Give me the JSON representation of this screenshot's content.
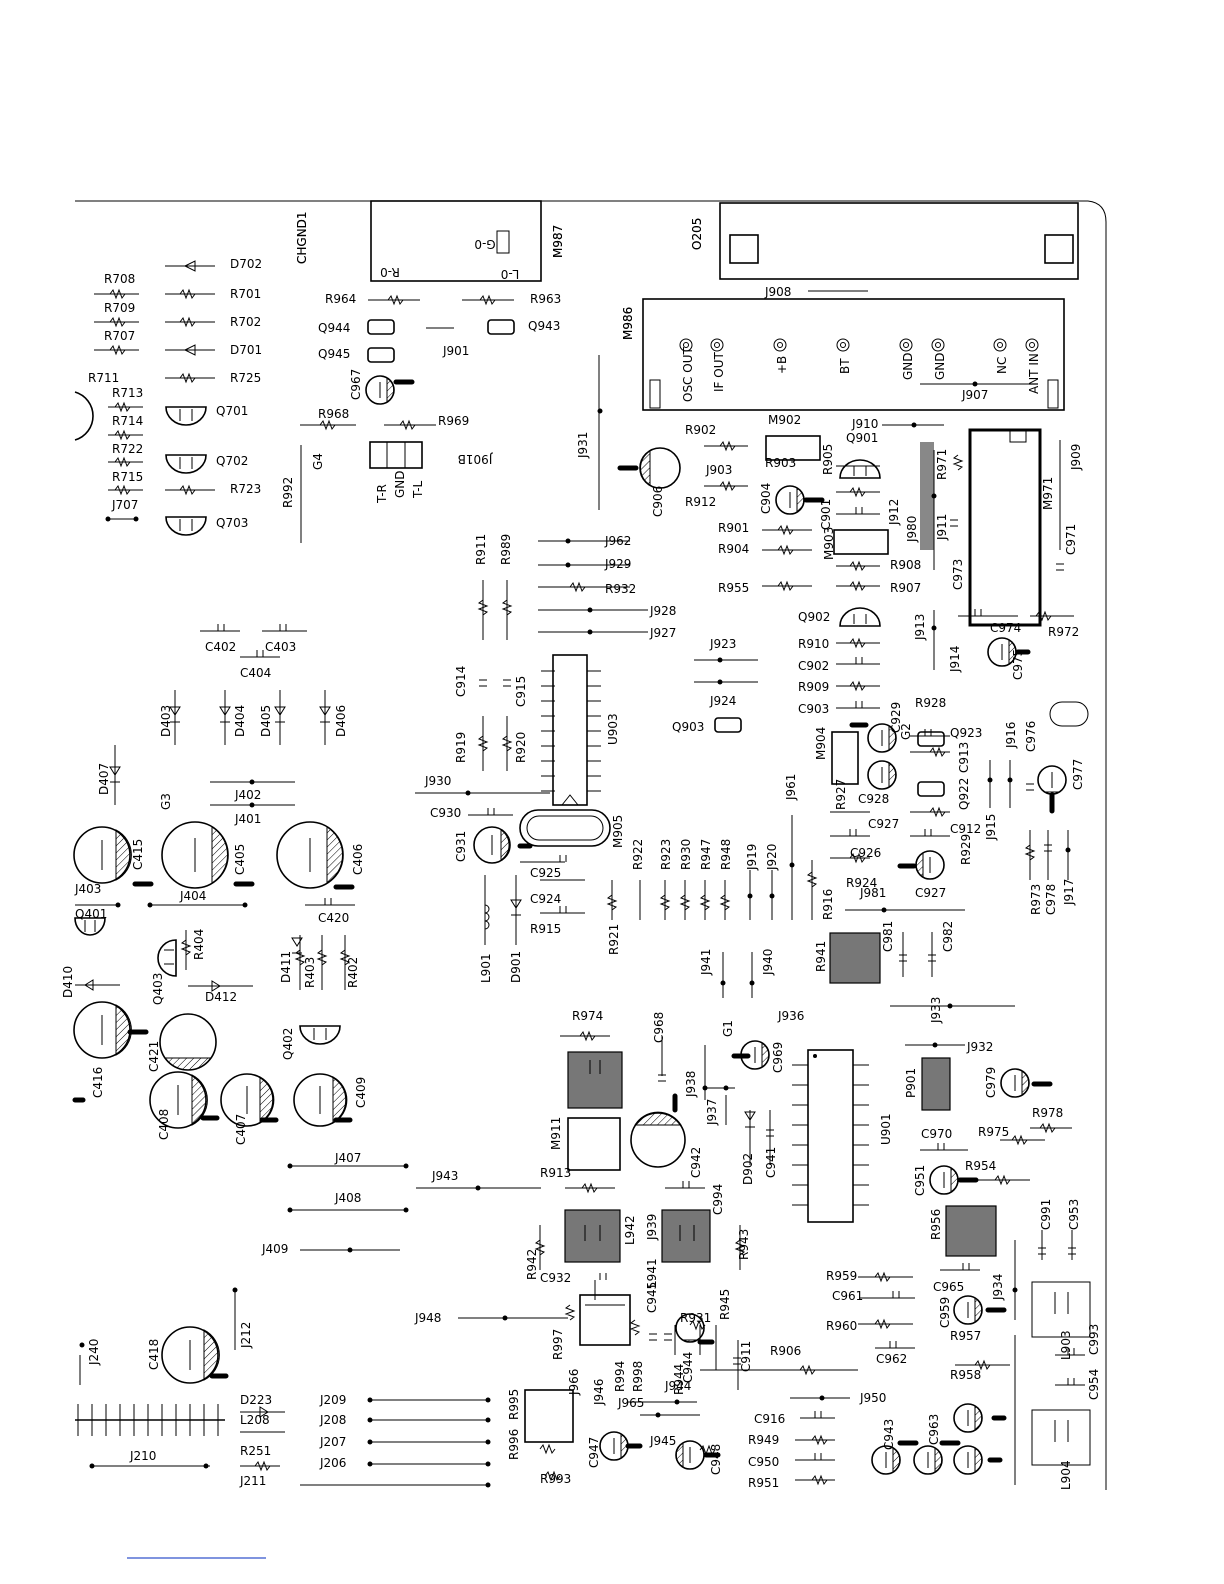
{
  "colors": {
    "ink": "#000000",
    "pad_fill": "#777777",
    "footer_link": "#3355cc",
    "paper": "#ffffff"
  },
  "modules": {
    "m987": {
      "ref": "M987",
      "pins": [
        "G-0",
        "R-0",
        "L-0"
      ]
    },
    "o205": {
      "ref": "O205"
    },
    "m986": {
      "ref": "M986",
      "pins": [
        "OSC OUT",
        "IF OUT",
        "+B",
        "BT",
        "GND",
        "GND",
        "NC",
        "ANT IN"
      ]
    },
    "chgnd": "CHGND1",
    "j901b": {
      "ref": "J901B",
      "pins": [
        "T-R",
        "GND",
        "T-L"
      ]
    }
  },
  "labels": [
    [
      "D702",
      230,
      268,
      0
    ],
    [
      "R708",
      104,
      283,
      0
    ],
    [
      "R701",
      230,
      298,
      0
    ],
    [
      "R709",
      104,
      312,
      0
    ],
    [
      "R702",
      230,
      326,
      0
    ],
    [
      "R707",
      104,
      340,
      0
    ],
    [
      "D701",
      230,
      354,
      0
    ],
    [
      "R711",
      88,
      382,
      0
    ],
    [
      "R725",
      230,
      382,
      0
    ],
    [
      "R713",
      112,
      397,
      0
    ],
    [
      "R714",
      112,
      425,
      0
    ],
    [
      "Q701",
      216,
      415,
      0
    ],
    [
      "R722",
      112,
      453,
      0
    ],
    [
      "Q702",
      216,
      465,
      0
    ],
    [
      "R715",
      112,
      481,
      0
    ],
    [
      "R723",
      230,
      493,
      0
    ],
    [
      "J707",
      112,
      509,
      0
    ],
    [
      "Q703",
      216,
      527,
      0
    ],
    [
      "R964",
      325,
      303,
      0
    ],
    [
      "R963",
      530,
      303,
      0
    ],
    [
      "Q944",
      318,
      332,
      0
    ],
    [
      "Q943",
      528,
      330,
      0
    ],
    [
      "Q945",
      318,
      358,
      0
    ],
    [
      "J901",
      443,
      355,
      0
    ],
    [
      "R968",
      318,
      418,
      0
    ],
    [
      "R969",
      438,
      425,
      0
    ],
    [
      "J908",
      765,
      296,
      0
    ],
    [
      "J907",
      962,
      399,
      0
    ],
    [
      "R902",
      685,
      434,
      0
    ],
    [
      "M902",
      768,
      424,
      0
    ],
    [
      "J910",
      852,
      428,
      0
    ],
    [
      "Q901",
      846,
      442,
      0
    ],
    [
      "R903",
      765,
      467,
      0
    ],
    [
      "J903",
      706,
      474,
      0
    ],
    [
      "R912",
      685,
      506,
      0
    ],
    [
      "R901",
      718,
      532,
      0
    ],
    [
      "R904",
      718,
      553,
      0
    ],
    [
      "R908",
      890,
      569,
      0
    ],
    [
      "R955",
      718,
      592,
      0
    ],
    [
      "R907",
      890,
      592,
      0
    ],
    [
      "Q902",
      798,
      621,
      0
    ],
    [
      "R910",
      798,
      648,
      0
    ],
    [
      "C902",
      798,
      670,
      0
    ],
    [
      "R909",
      798,
      691,
      0
    ],
    [
      "C903",
      798,
      713,
      0
    ],
    [
      "R928",
      915,
      707,
      0
    ],
    [
      "Q923",
      950,
      737,
      0
    ],
    [
      "C928",
      858,
      803,
      0
    ],
    [
      "C927",
      868,
      828,
      0
    ],
    [
      "C912",
      950,
      833,
      0
    ],
    [
      "C926",
      850,
      857,
      0
    ],
    [
      "R924",
      846,
      887,
      0
    ],
    [
      "C927",
      915,
      897,
      0
    ],
    [
      "J981",
      860,
      897,
      0
    ],
    [
      "C974",
      990,
      632,
      0
    ],
    [
      "R972",
      1048,
      636,
      0
    ],
    [
      "J962",
      605,
      545,
      0
    ],
    [
      "J929",
      605,
      568,
      0
    ],
    [
      "R932",
      605,
      593,
      0
    ],
    [
      "J928",
      650,
      615,
      0
    ],
    [
      "J927",
      650,
      637,
      0
    ],
    [
      "J923",
      710,
      648,
      0
    ],
    [
      "J924",
      710,
      705,
      0
    ],
    [
      "Q903",
      672,
      731,
      0
    ],
    [
      "C402",
      205,
      651,
      0
    ],
    [
      "C403",
      265,
      651,
      0
    ],
    [
      "C404",
      240,
      677,
      0
    ],
    [
      "J402",
      235,
      799,
      0
    ],
    [
      "J401",
      235,
      823,
      0
    ],
    [
      "J930",
      425,
      785,
      0
    ],
    [
      "C930",
      430,
      817,
      0
    ],
    [
      "C925",
      530,
      877,
      0
    ],
    [
      "C924",
      530,
      903,
      0
    ],
    [
      "C420",
      318,
      922,
      0
    ],
    [
      "R915",
      530,
      933,
      0
    ],
    [
      "J404",
      180,
      900,
      0
    ],
    [
      "J403",
      75,
      893,
      0
    ],
    [
      "Q401",
      75,
      918,
      0
    ],
    [
      "D412",
      205,
      1001,
      0
    ],
    [
      "J936",
      778,
      1020,
      0
    ],
    [
      "R974",
      572,
      1020,
      0
    ],
    [
      "C970",
      921,
      1138,
      0
    ],
    [
      "R975",
      978,
      1136,
      0
    ],
    [
      "R978",
      1032,
      1117,
      0
    ],
    [
      "R954",
      965,
      1170,
      0
    ],
    [
      "J932",
      967,
      1051,
      0
    ],
    [
      "J943",
      432,
      1180,
      0
    ],
    [
      "J407",
      335,
      1162,
      0
    ],
    [
      "J408",
      335,
      1202,
      0
    ],
    [
      "R913",
      540,
      1177,
      0
    ],
    [
      "J409",
      262,
      1253,
      0
    ],
    [
      "C932",
      540,
      1282,
      0
    ],
    [
      "J948",
      415,
      1322,
      0
    ],
    [
      "R931",
      680,
      1322,
      0
    ],
    [
      "R959",
      826,
      1280,
      0
    ],
    [
      "C961",
      832,
      1300,
      0
    ],
    [
      "R960",
      826,
      1330,
      0
    ],
    [
      "C962",
      876,
      1363,
      0
    ],
    [
      "C965",
      933,
      1291,
      0
    ],
    [
      "R957",
      950,
      1340,
      0
    ],
    [
      "R906",
      770,
      1355,
      0
    ],
    [
      "J965",
      618,
      1407,
      0
    ],
    [
      "J944",
      665,
      1390,
      0
    ],
    [
      "J945",
      650,
      1445,
      0
    ],
    [
      "J950",
      860,
      1402,
      0
    ],
    [
      "C916",
      754,
      1423,
      0
    ],
    [
      "R949",
      748,
      1444,
      0
    ],
    [
      "C950",
      748,
      1466,
      0
    ],
    [
      "R951",
      748,
      1487,
      0
    ],
    [
      "R958",
      950,
      1379,
      0
    ],
    [
      "J210",
      130,
      1460,
      0
    ],
    [
      "R251",
      240,
      1455,
      0
    ],
    [
      "L208",
      240,
      1424,
      0
    ],
    [
      "D223",
      240,
      1404,
      0
    ],
    [
      "J209",
      320,
      1404,
      0
    ],
    [
      "J208",
      320,
      1424,
      0
    ],
    [
      "J207",
      320,
      1446,
      0
    ],
    [
      "J206",
      320,
      1467,
      0
    ],
    [
      "J211",
      240,
      1485,
      0
    ],
    [
      "R993",
      540,
      1483,
      0
    ],
    [
      "CHGND1",
      306,
      264,
      -90
    ],
    [
      "M987",
      562,
      258,
      -90
    ],
    [
      "O205",
      701,
      250,
      -90
    ],
    [
      "M986",
      632,
      340,
      -90
    ],
    [
      "C967",
      360,
      400,
      -90
    ],
    [
      "G4",
      322,
      470,
      -90
    ],
    [
      "R992",
      292,
      508,
      -90
    ],
    [
      "J931",
      587,
      458,
      -90
    ],
    [
      "C906",
      662,
      517,
      -90
    ],
    [
      "C904",
      770,
      514,
      -90
    ],
    [
      "C901",
      830,
      530,
      -90
    ],
    [
      "M903",
      833,
      560,
      -90
    ],
    [
      "R905",
      832,
      475,
      -90
    ],
    [
      "J912",
      898,
      525,
      -90
    ],
    [
      "J980",
      916,
      542,
      -90
    ],
    [
      "J911",
      946,
      540,
      -90
    ],
    [
      "R971",
      946,
      480,
      -90
    ],
    [
      "C973",
      962,
      590,
      -90
    ],
    [
      "M971",
      1052,
      510,
      -90
    ],
    [
      "C971",
      1075,
      555,
      -90
    ],
    [
      "J909",
      1080,
      470,
      -90
    ],
    [
      "J913",
      924,
      640,
      -90
    ],
    [
      "J914",
      959,
      672,
      -90
    ],
    [
      "C975",
      1022,
      680,
      -90
    ],
    [
      "J916",
      1015,
      748,
      -90
    ],
    [
      "C976",
      1035,
      752,
      -90
    ],
    [
      "C977",
      1082,
      790,
      -90
    ],
    [
      "Q922",
      968,
      810,
      -90
    ],
    [
      "C913",
      968,
      773,
      -90
    ],
    [
      "G2",
      910,
      740,
      -90
    ],
    [
      "C929",
      900,
      733,
      -90
    ],
    [
      "M904",
      825,
      760,
      -90
    ],
    [
      "R927",
      845,
      810,
      -90
    ],
    [
      "R929",
      970,
      865,
      -90
    ],
    [
      "J915",
      995,
      840,
      -90
    ],
    [
      "R973",
      1040,
      915,
      -90
    ],
    [
      "C978",
      1055,
      915,
      -90
    ],
    [
      "J917",
      1073,
      905,
      -90
    ],
    [
      "R911",
      485,
      565,
      -90
    ],
    [
      "R989",
      510,
      565,
      -90
    ],
    [
      "C914",
      465,
      697,
      -90
    ],
    [
      "C915",
      525,
      707,
      -90
    ],
    [
      "U903",
      617,
      745,
      -90
    ],
    [
      "R919",
      465,
      763,
      -90
    ],
    [
      "R920",
      525,
      763,
      -90
    ],
    [
      "M905",
      622,
      848,
      -90
    ],
    [
      "C931",
      465,
      862,
      -90
    ],
    [
      "R922",
      642,
      870,
      -90
    ],
    [
      "R923",
      670,
      870,
      -90
    ],
    [
      "R930",
      690,
      870,
      -90
    ],
    [
      "R947",
      710,
      870,
      -90
    ],
    [
      "R948",
      730,
      870,
      -90
    ],
    [
      "J919",
      756,
      870,
      -90
    ],
    [
      "J920",
      776,
      870,
      -90
    ],
    [
      "J961",
      795,
      800,
      -90
    ],
    [
      "R916",
      832,
      920,
      -90
    ],
    [
      "R921",
      618,
      955,
      -90
    ],
    [
      "R941",
      825,
      972,
      -90
    ],
    [
      "C981",
      892,
      952,
      -90
    ],
    [
      "C982",
      952,
      952,
      -90
    ],
    [
      "D403",
      170,
      737,
      -90
    ],
    [
      "D404",
      244,
      737,
      -90
    ],
    [
      "D405",
      270,
      737,
      -90
    ],
    [
      "D406",
      345,
      737,
      -90
    ],
    [
      "D407",
      108,
      795,
      -90
    ],
    [
      "G3",
      170,
      810,
      -90
    ],
    [
      "C415",
      142,
      870,
      -90
    ],
    [
      "C405",
      244,
      875,
      -90
    ],
    [
      "C406",
      362,
      875,
      -90
    ],
    [
      "R404",
      203,
      960,
      -90
    ],
    [
      "Q403",
      162,
      1005,
      -90
    ],
    [
      "D411",
      290,
      983,
      -90
    ],
    [
      "R403",
      314,
      988,
      -90
    ],
    [
      "R402",
      357,
      988,
      -90
    ],
    [
      "L901",
      490,
      983,
      -90
    ],
    [
      "D901",
      520,
      983,
      -90
    ],
    [
      "J941",
      710,
      975,
      -90
    ],
    [
      "J940",
      772,
      975,
      -90
    ],
    [
      "G1",
      732,
      1037,
      -90
    ],
    [
      "C968",
      663,
      1043,
      -90
    ],
    [
      "J938",
      695,
      1097,
      -90
    ],
    [
      "J937",
      716,
      1125,
      -90
    ],
    [
      "C969",
      782,
      1073,
      -90
    ],
    [
      "D902",
      752,
      1185,
      -90
    ],
    [
      "C941",
      775,
      1178,
      -90
    ],
    [
      "C942",
      700,
      1178,
      -90
    ],
    [
      "C994",
      722,
      1215,
      -90
    ],
    [
      "L942",
      634,
      1245,
      -90
    ],
    [
      "J939",
      656,
      1240,
      -90
    ],
    [
      "L941",
      656,
      1288,
      -90
    ],
    [
      "R943",
      748,
      1260,
      -90
    ],
    [
      "M911",
      560,
      1150,
      -90
    ],
    [
      "R942",
      536,
      1280,
      -90
    ],
    [
      "P901",
      915,
      1098,
      -90
    ],
    [
      "C979",
      995,
      1098,
      -90
    ],
    [
      "U901",
      890,
      1145,
      -90
    ],
    [
      "C951",
      924,
      1196,
      -90
    ],
    [
      "C991",
      1050,
      1230,
      -90
    ],
    [
      "C953",
      1078,
      1230,
      -90
    ],
    [
      "R956",
      940,
      1240,
      -90
    ],
    [
      "J934",
      1002,
      1300,
      -90
    ],
    [
      "C959",
      949,
      1328,
      -90
    ],
    [
      "C945",
      656,
      1313,
      -90
    ],
    [
      "R945",
      729,
      1320,
      -90
    ],
    [
      "C911",
      750,
      1372,
      -90
    ],
    [
      "C944",
      692,
      1383,
      -90
    ],
    [
      "R944",
      683,
      1395,
      -90
    ],
    [
      "R997",
      562,
      1360,
      -90
    ],
    [
      "R994",
      624,
      1392,
      -90
    ],
    [
      "R998",
      642,
      1392,
      -90
    ],
    [
      "R995",
      518,
      1420,
      -90
    ],
    [
      "J966",
      578,
      1395,
      -90
    ],
    [
      "J946",
      603,
      1405,
      -90
    ],
    [
      "R996",
      518,
      1460,
      -90
    ],
    [
      "C947",
      598,
      1468,
      -90
    ],
    [
      "C948",
      720,
      1475,
      -90
    ],
    [
      "C943",
      893,
      1450,
      -90
    ],
    [
      "C963",
      938,
      1445,
      -90
    ],
    [
      "C954",
      1098,
      1400,
      -90
    ],
    [
      "C993",
      1098,
      1355,
      -90
    ],
    [
      "L904",
      1070,
      1490,
      -90
    ],
    [
      "L903",
      1070,
      1360,
      -90
    ],
    [
      "C408",
      168,
      1140,
      -90
    ],
    [
      "C407",
      245,
      1145,
      -90
    ],
    [
      "C409",
      365,
      1108,
      -90
    ],
    [
      "Q402",
      292,
      1060,
      -90
    ],
    [
      "C421",
      158,
      1072,
      -90
    ],
    [
      "C416",
      102,
      1098,
      -90
    ],
    [
      "C418",
      158,
      1370,
      -90
    ],
    [
      "J212",
      250,
      1348,
      -90
    ],
    [
      "J240",
      98,
      1365,
      -90
    ],
    [
      "D410",
      72,
      998,
      -90
    ],
    [
      "J933",
      940,
      1023,
      -90
    ]
  ],
  "footer_link": {
    "text": ""
  }
}
